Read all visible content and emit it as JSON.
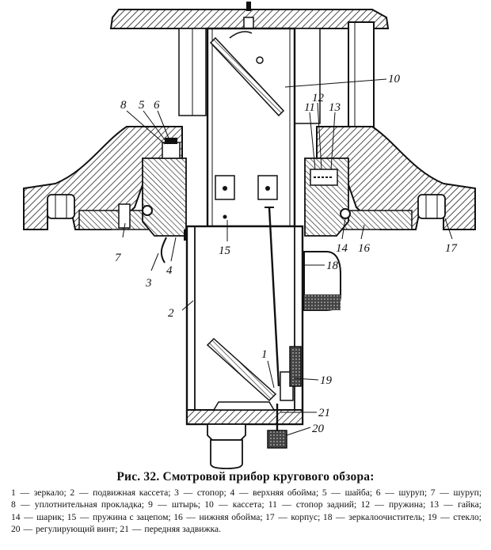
{
  "figure": {
    "caption_prefix": "Рис. 32.",
    "caption_title": "Смотровой прибор кругового обзора:",
    "labels": [
      "1",
      "2",
      "3",
      "4",
      "5",
      "6",
      "7",
      "8",
      "10",
      "11",
      "12",
      "13",
      "14",
      "15",
      "16",
      "17",
      "18",
      "19",
      "20",
      "21"
    ]
  },
  "legend": [
    {
      "n": "1",
      "text": "зеркало;"
    },
    {
      "n": "2",
      "text": "подвижная кассета;"
    },
    {
      "n": "3",
      "text": "стопор;"
    },
    {
      "n": "4",
      "text": "верхняя обойма;"
    },
    {
      "n": "5",
      "text": "шайба;"
    },
    {
      "n": "6",
      "text": "шуруп;"
    },
    {
      "n": "7",
      "text": "шуруп;"
    },
    {
      "n": "8",
      "text": "уплотнительная прокладка;"
    },
    {
      "n": "9",
      "text": "штырь;"
    },
    {
      "n": "10",
      "text": "кассета;"
    },
    {
      "n": "11",
      "text": "стопор задний;"
    },
    {
      "n": "12",
      "text": "пружина;"
    },
    {
      "n": "13",
      "text": "гайка;"
    },
    {
      "n": "14",
      "text": "шарик;"
    },
    {
      "n": "15",
      "text": "пружина с зацепом;"
    },
    {
      "n": "16",
      "text": "нижняя обойма;"
    },
    {
      "n": "17",
      "text": "корпус;"
    },
    {
      "n": "18",
      "text": "зеркалоочиститель;"
    },
    {
      "n": "19",
      "text": "стекло;"
    },
    {
      "n": "20",
      "text": "регулирующий винт;"
    },
    {
      "n": "21",
      "text": "передняя задвижка."
    }
  ]
}
